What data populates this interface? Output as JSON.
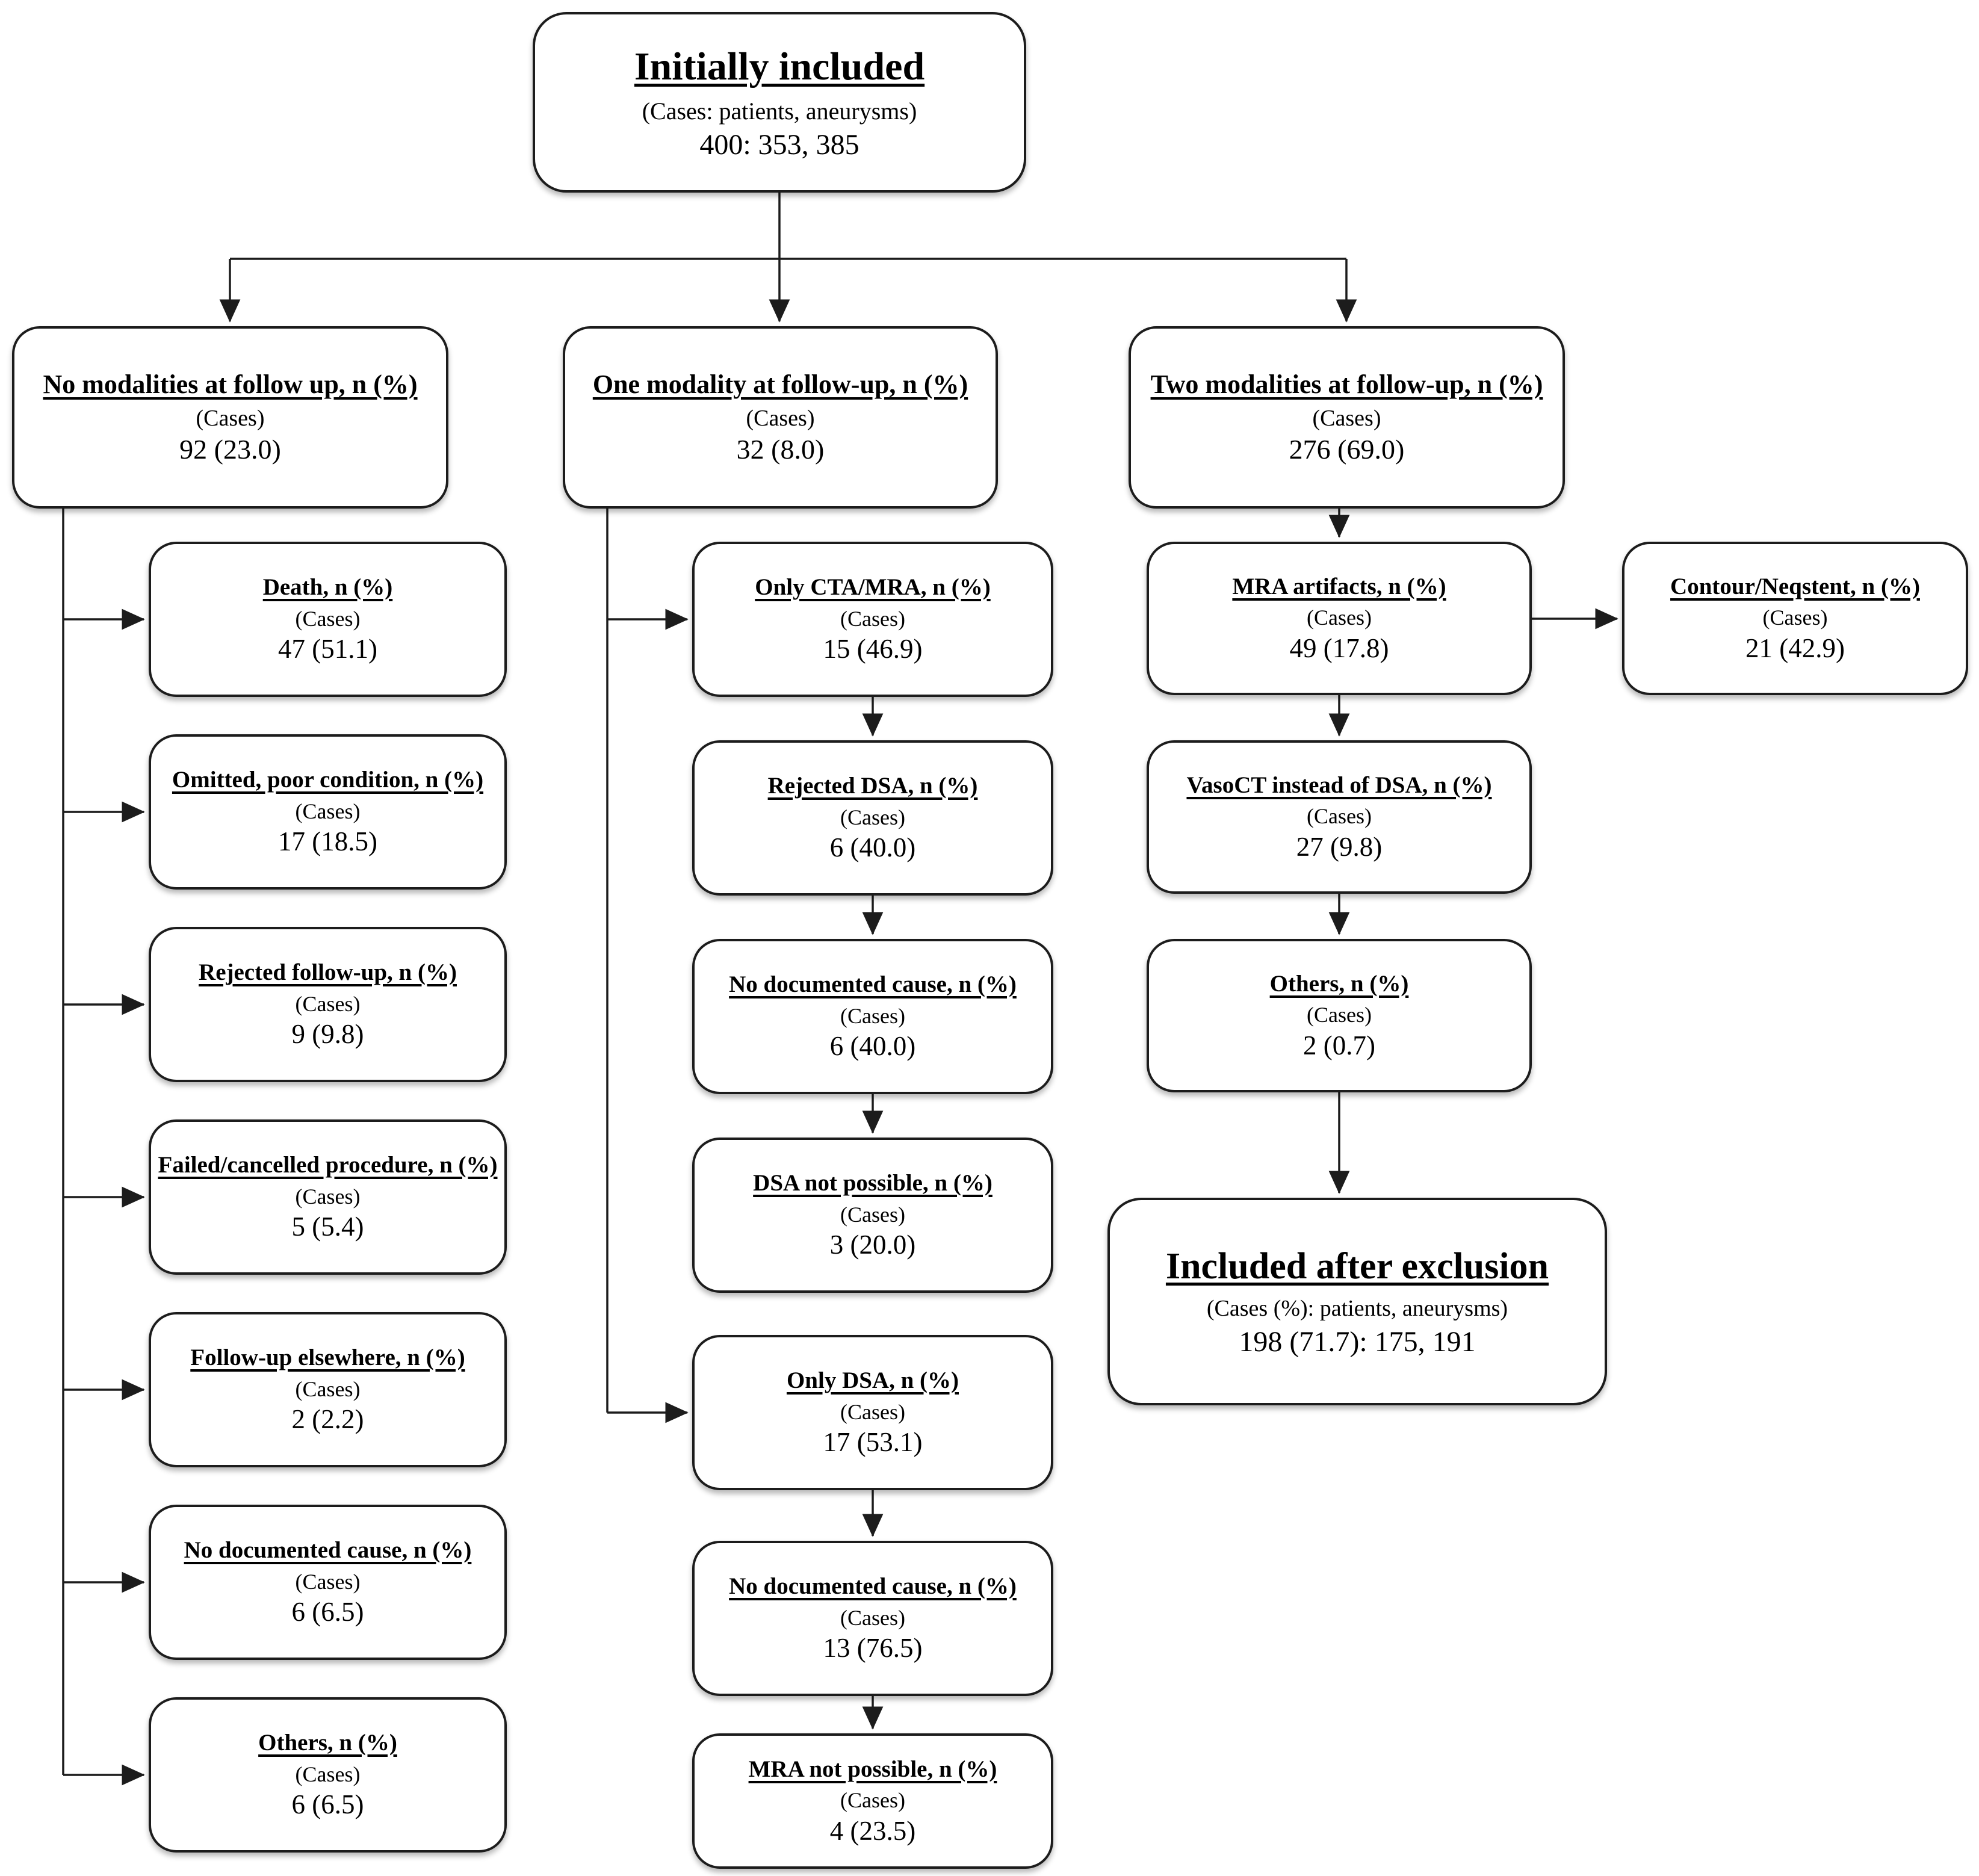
{
  "nodes": {
    "root": {
      "title": "Initially included",
      "subtitle": "(Cases: patients, aneurysms)",
      "value": "400: 353, 385"
    },
    "no_modalities": {
      "title": "No modalities at follow up, n (%)",
      "subtitle": "(Cases)",
      "value": "92 (23.0)"
    },
    "one_modality": {
      "title": "One modality at follow-up, n (%)",
      "subtitle": "(Cases)",
      "value": "32 (8.0)"
    },
    "two_modalities": {
      "title": "Two modalities at follow-up, n (%)",
      "subtitle": "(Cases)",
      "value": "276 (69.0)"
    },
    "left": [
      {
        "title": "Death, n (%)",
        "subtitle": "(Cases)",
        "value": "47 (51.1)"
      },
      {
        "title": "Omitted, poor condition, n (%)",
        "subtitle": "(Cases)",
        "value": "17 (18.5)"
      },
      {
        "title": "Rejected follow-up, n (%)",
        "subtitle": "(Cases)",
        "value": "9 (9.8)"
      },
      {
        "title": "Failed/cancelled procedure, n (%)",
        "subtitle": "(Cases)",
        "value": "5 (5.4)"
      },
      {
        "title": "Follow-up elsewhere, n (%)",
        "subtitle": "(Cases)",
        "value": "2 (2.2)"
      },
      {
        "title": "No documented cause, n (%)",
        "subtitle": "(Cases)",
        "value": "6 (6.5)"
      },
      {
        "title": "Others, n (%)",
        "subtitle": "(Cases)",
        "value": "6 (6.5)"
      }
    ],
    "mid_cta": [
      {
        "title": "Only CTA/MRA, n (%)",
        "subtitle": "(Cases)",
        "value": "15 (46.9)"
      },
      {
        "title": "Rejected DSA, n (%)",
        "subtitle": "(Cases)",
        "value": "6 (40.0)"
      },
      {
        "title": "No documented cause, n (%)",
        "subtitle": "(Cases)",
        "value": "6 (40.0)"
      },
      {
        "title": "DSA not possible, n (%)",
        "subtitle": "(Cases)",
        "value": "3 (20.0)"
      }
    ],
    "mid_dsa": [
      {
        "title": "Only DSA, n (%)",
        "subtitle": "(Cases)",
        "value": "17 (53.1)"
      },
      {
        "title": "No documented cause, n (%)",
        "subtitle": "(Cases)",
        "value": "13 (76.5)"
      },
      {
        "title": "MRA not possible, n (%)",
        "subtitle": "(Cases)",
        "value": "4 (23.5)"
      }
    ],
    "right": [
      {
        "title": "MRA artifacts, n (%)",
        "subtitle": "(Cases)",
        "value": "49 (17.8)"
      },
      {
        "title": "VasoCT instead of DSA, n (%)",
        "subtitle": "(Cases)",
        "value": "27 (9.8)"
      },
      {
        "title": "Others, n (%)",
        "subtitle": "(Cases)",
        "value": "2 (0.7)"
      }
    ],
    "contour": {
      "title": "Contour/Neqstent, n (%)",
      "subtitle": "(Cases)",
      "value": "21 (42.9)"
    },
    "final": {
      "title": "Included after exclusion",
      "subtitle": "(Cases (%): patients, aneurysms)",
      "value": "198 (71.7): 175, 191"
    }
  },
  "style": {
    "line_color": "#1c1c1c",
    "box_background": "#ffffff",
    "text_color": "#000000"
  }
}
